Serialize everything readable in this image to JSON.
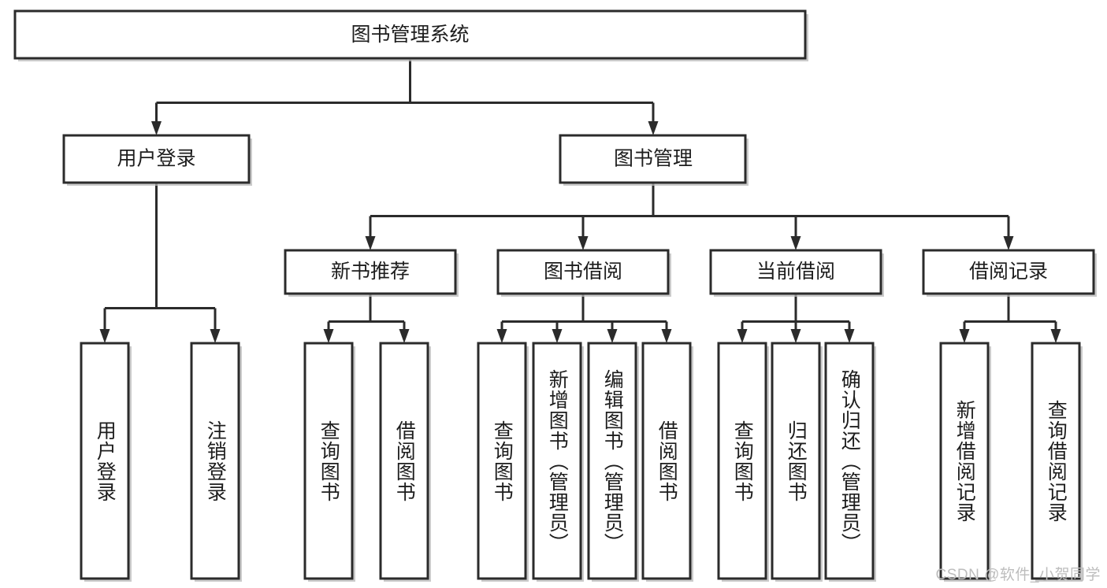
{
  "diagram": {
    "title": "图书管理系统",
    "type": "tree-hierarchy-diagram",
    "watermark": "CSDN @软件_小贺同学",
    "colors": {
      "stroke": "#2b2b2b",
      "fill": "#ffffff",
      "text": "#1d1d1d",
      "shadow": "#b9b9b9",
      "watermark": "#bdbdbd"
    },
    "levels": {
      "root": {
        "label": "图书管理系统"
      },
      "level2": [
        {
          "label": "用户登录"
        },
        {
          "label": "图书管理"
        }
      ],
      "level3": [
        {
          "label": "新书推荐"
        },
        {
          "label": "图书借阅"
        },
        {
          "label": "当前借阅"
        },
        {
          "label": "借阅记录"
        }
      ],
      "leaves": [
        {
          "label": "用户登录",
          "parent": "用户登录"
        },
        {
          "label": "注销登录",
          "parent": "用户登录"
        },
        {
          "label": "查询图书",
          "parent": "新书推荐"
        },
        {
          "label": "借阅图书",
          "parent": "新书推荐"
        },
        {
          "label": "查询图书",
          "parent": "图书借阅"
        },
        {
          "label": "新增图书（管理员）",
          "parent": "图书借阅"
        },
        {
          "label": "编辑图书（管理员）",
          "parent": "图书借阅"
        },
        {
          "label": "借阅图书",
          "parent": "图书借阅"
        },
        {
          "label": "查询图书",
          "parent": "当前借阅"
        },
        {
          "label": "归还图书",
          "parent": "当前借阅"
        },
        {
          "label": "确认归还（管理员）",
          "parent": "当前借阅"
        },
        {
          "label": "新增借阅记录",
          "parent": "借阅记录"
        },
        {
          "label": "查询借阅记录",
          "parent": "借阅记录"
        }
      ]
    }
  }
}
